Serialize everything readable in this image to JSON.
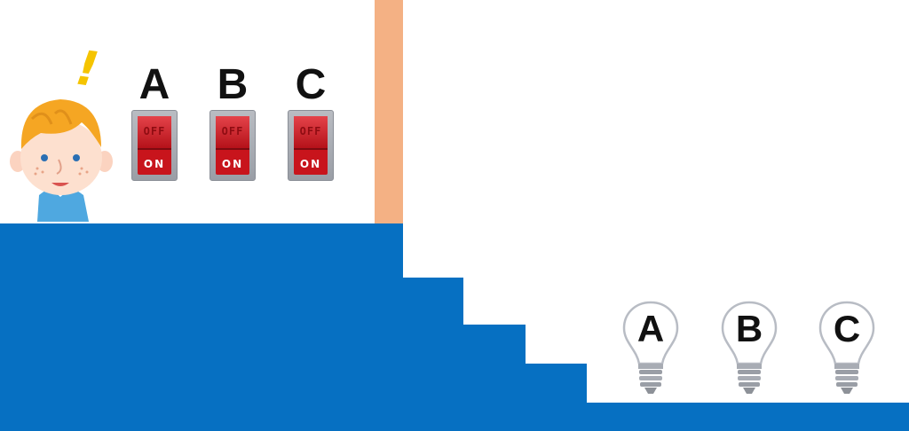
{
  "colors": {
    "floor": "#0670C2",
    "wall": "#F4B184",
    "switch_red": "#C8141C",
    "background": "#FFFFFF"
  },
  "character": {
    "exclamation": "!"
  },
  "switches": [
    {
      "label": "A",
      "off_text": "OFF",
      "on_text": "ON",
      "state": "on"
    },
    {
      "label": "B",
      "off_text": "OFF",
      "on_text": "ON",
      "state": "on"
    },
    {
      "label": "C",
      "off_text": "OFF",
      "on_text": "ON",
      "state": "on"
    }
  ],
  "bulbs": [
    {
      "label": "A",
      "lit": false
    },
    {
      "label": "B",
      "lit": false
    },
    {
      "label": "C",
      "lit": false
    }
  ],
  "icons": [
    "boy-icon",
    "exclamation-icon",
    "toggle-switch-icon",
    "light-bulb-icon"
  ]
}
